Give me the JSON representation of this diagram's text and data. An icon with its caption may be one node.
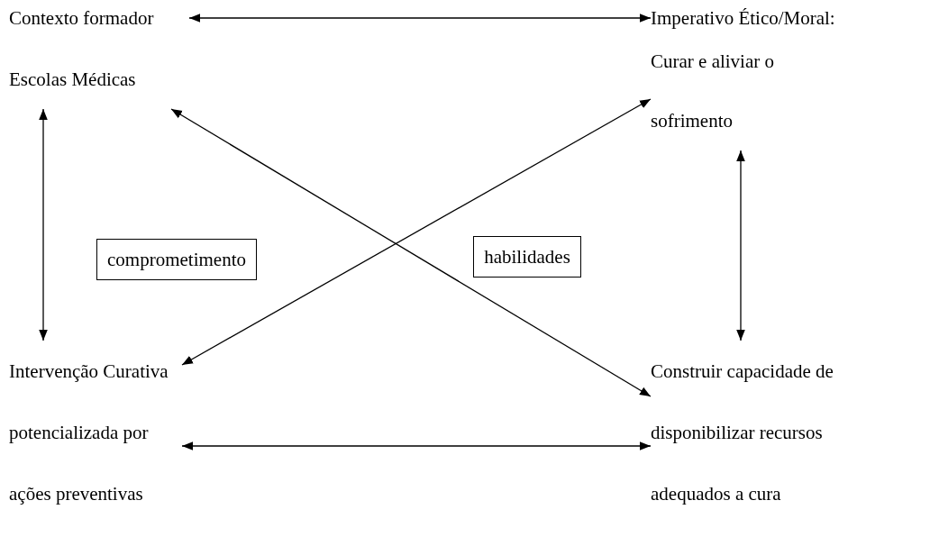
{
  "diagram": {
    "nodes": [
      {
        "text": [
          "Contexto formador",
          "Escolas Médicas"
        ]
      },
      {
        "text": [
          "Imperativo Ético/Moral:",
          "Curar e aliviar o sofrimento"
        ]
      },
      {
        "text": [
          "comprometimento"
        ]
      },
      {
        "text": [
          "habilidades"
        ]
      },
      {
        "text": [
          "Intervenção Curativa potencializada por ações preventivas"
        ]
      },
      {
        "text": [
          "Construir capacidade de disponibilizar recursos adequados a cura"
        ]
      }
    ],
    "edges": [
      {
        "from": 0,
        "to": 1,
        "arrow": "both"
      },
      {
        "from": 0,
        "to": 4,
        "arrow": "both"
      },
      {
        "from": 1,
        "to": 5,
        "arrow": "both"
      },
      {
        "from": 4,
        "to": 5,
        "arrow": "both"
      },
      {
        "from": 0,
        "to": 5,
        "arrow": "both"
      },
      {
        "from": 4,
        "to": 1,
        "arrow": "both"
      }
    ]
  }
}
